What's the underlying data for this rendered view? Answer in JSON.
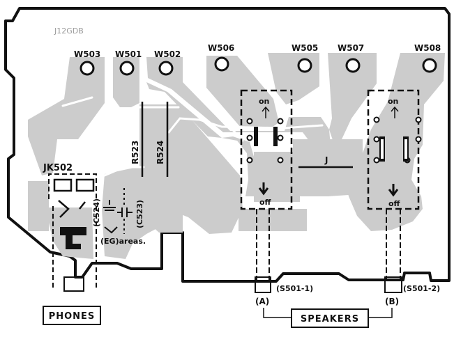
{
  "board_code": "J12GDB",
  "wire_points": [
    {
      "id": "w503",
      "label": "W503"
    },
    {
      "id": "w501",
      "label": "W501"
    },
    {
      "id": "w502",
      "label": "W502"
    },
    {
      "id": "w506",
      "label": "W506"
    },
    {
      "id": "w505",
      "label": "W505"
    },
    {
      "id": "w507",
      "label": "W507"
    },
    {
      "id": "w508",
      "label": "W508"
    }
  ],
  "resistors": {
    "r523": "R523",
    "r524": "R524"
  },
  "capacitors": {
    "c524": "(C524)",
    "c523": "(C523)"
  },
  "jack": "JK502",
  "eg_areas": "(EG)areas.",
  "jumper": "J",
  "switches": [
    {
      "id": "s501-1",
      "on": "on",
      "off": "off",
      "ref": "(S501-1)",
      "tag": "(A)"
    },
    {
      "id": "s501-2",
      "on": "on",
      "off": "off",
      "ref": "(S501-2)",
      "tag": "(B)"
    }
  ],
  "phones_label": "PHONES",
  "speakers_label": "SPEAKERS",
  "colors": {
    "copper": "#cccccc",
    "ink": "#111111",
    "background": "#ffffff"
  }
}
